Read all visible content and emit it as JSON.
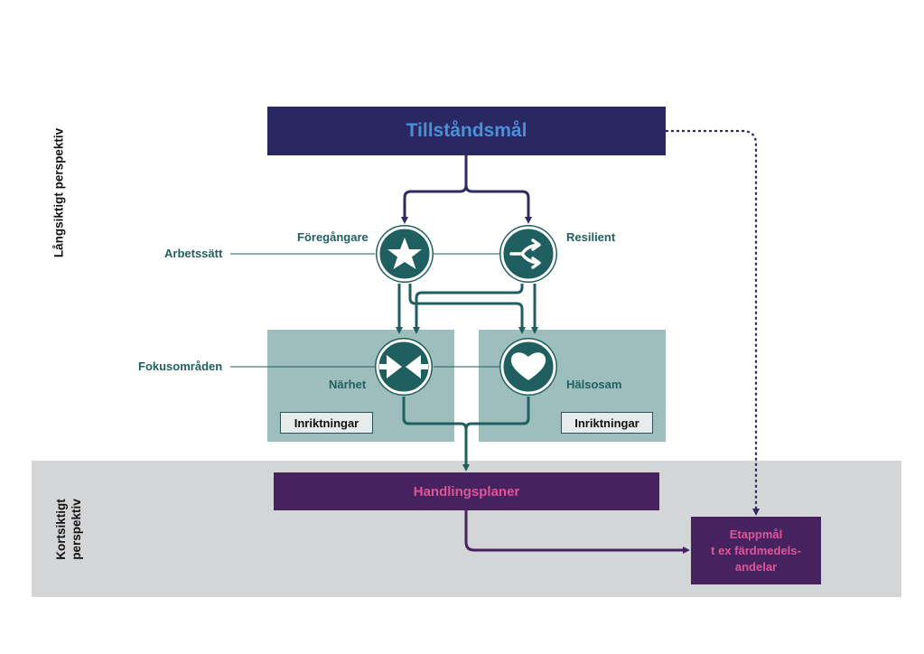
{
  "perspectives": {
    "long_term": "Långsiktigt perspektiv",
    "short_term_line1": "Kortsiktigt",
    "short_term_line2": "perspektiv"
  },
  "goal": {
    "label": "Tillståndsmål"
  },
  "working_methods": {
    "label": "Arbetssätt",
    "items": [
      {
        "label": "Föregångare",
        "icon": "star-icon"
      },
      {
        "label": "Resilient",
        "icon": "split-arrow-icon"
      }
    ]
  },
  "focus_areas": {
    "label": "Fokusområden",
    "items": [
      {
        "label": "Närhet",
        "icon": "converge-arrows-icon",
        "directions": "Inriktningar"
      },
      {
        "label": "Hälsosam",
        "icon": "heart-icon",
        "directions": "Inriktningar"
      }
    ]
  },
  "action_plans": {
    "label": "Handlingsplaner"
  },
  "milestone": {
    "line1": "Etappmål",
    "line2": "t ex färdmedels-",
    "line3": "andelar"
  },
  "colors": {
    "goal_bg": "#2a2862",
    "goal_text": "#4a90d6",
    "plan_bg": "#46225e",
    "plan_text": "#e0559a",
    "teal": "#1f5f5f",
    "focus_panel": "#9ebdbd",
    "short_band": "#d4d5d7",
    "connector": "#2f2a62"
  }
}
